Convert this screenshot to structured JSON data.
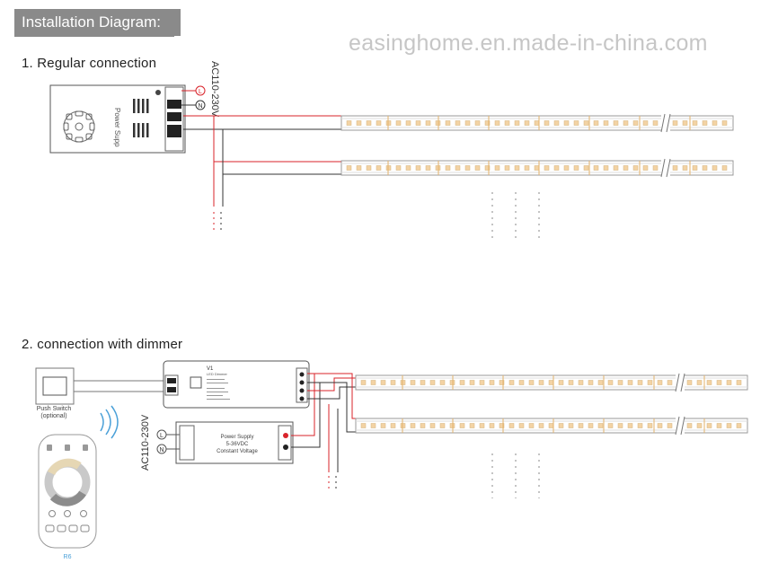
{
  "header": {
    "title": "Installation Diagram:",
    "watermark": "easinghome.en.made-in-china.com"
  },
  "section1": {
    "title": "1. Regular connection",
    "voltage_label": "AC110-230V",
    "psu_label": "Power Supp",
    "terminal_live": "L",
    "terminal_neutral": "N"
  },
  "section2": {
    "title": "2. connection with dimmer",
    "voltage_label": "AC110-230V",
    "switch_label_line1": "Push Switch",
    "switch_label_line2": "(optional)",
    "remote_label": "R6",
    "dimmer_label": "V1",
    "dimmer_sub": "LED Dimmer",
    "psu_line1": "Power Supply",
    "psu_line2": "5-36VDC",
    "psu_line3": "Constant Voltage",
    "terminal_live": "L",
    "terminal_neutral": "N"
  },
  "colors": {
    "live_wire": "#d9232a",
    "neutral_wire": "#333333",
    "strip_border": "#9a9a9a",
    "led": "#f3d3a4",
    "title_bg": "#8a8a8a"
  }
}
